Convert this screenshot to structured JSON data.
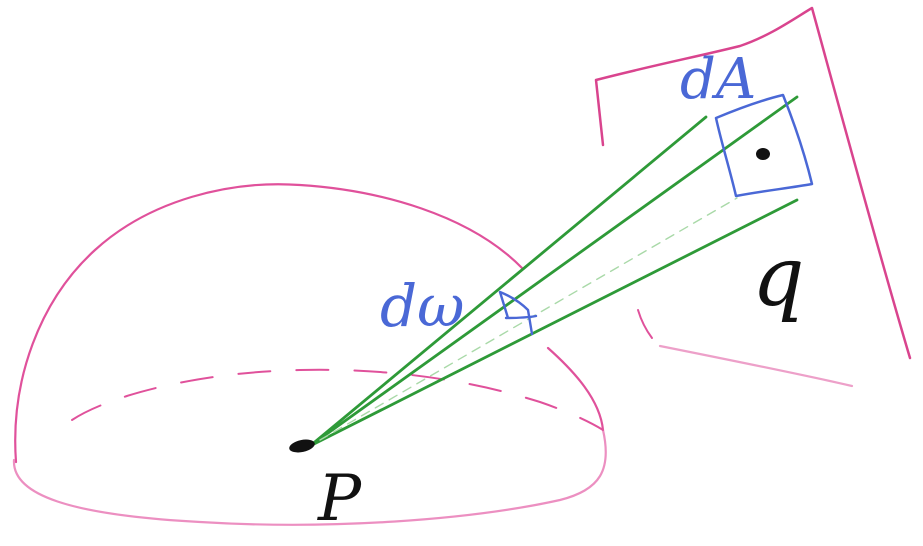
{
  "labels": {
    "point_p": "P",
    "point_q": "q",
    "solid_angle": "dω",
    "area_element": "dA"
  },
  "colors": {
    "hemisphere": "#e0519b",
    "surface": "#d9448e",
    "rays": "#2e9a38",
    "annotation": "#4a68d6",
    "ink": "#111111",
    "dashed_ray": "#a9d9a8"
  }
}
